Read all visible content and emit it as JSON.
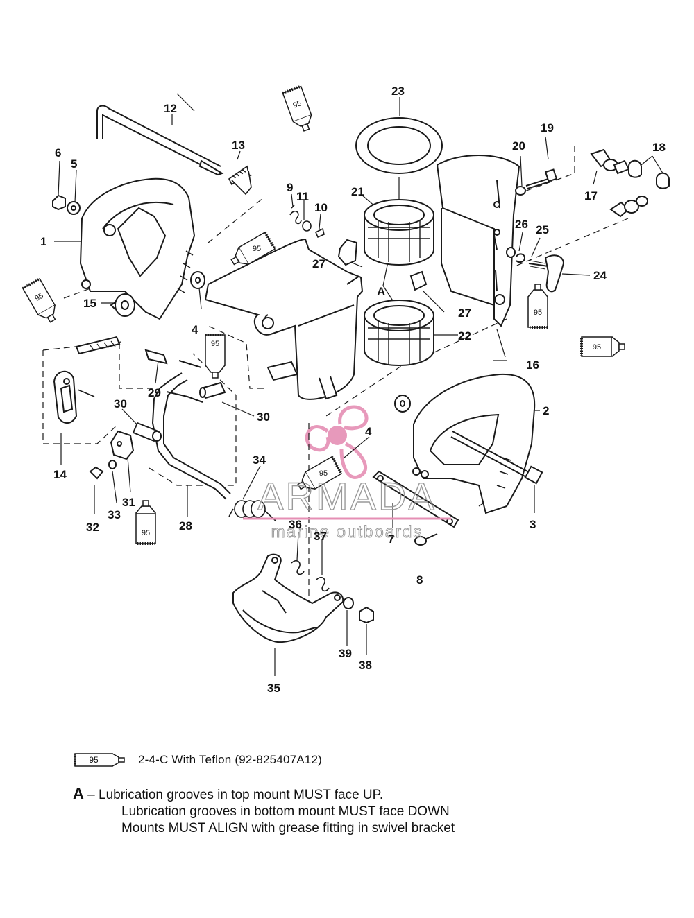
{
  "callouts": [
    {
      "id": "c1",
      "text": "1"
    },
    {
      "id": "c2",
      "text": "2"
    },
    {
      "id": "c3",
      "text": "3"
    },
    {
      "id": "c4a",
      "text": "4"
    },
    {
      "id": "c4b",
      "text": "4"
    },
    {
      "id": "c5",
      "text": "5"
    },
    {
      "id": "c6",
      "text": "6"
    },
    {
      "id": "c7",
      "text": "7"
    },
    {
      "id": "c8",
      "text": "8"
    },
    {
      "id": "c9",
      "text": "9"
    },
    {
      "id": "c10",
      "text": "10"
    },
    {
      "id": "c11",
      "text": "11"
    },
    {
      "id": "c12",
      "text": "12"
    },
    {
      "id": "c13",
      "text": "13"
    },
    {
      "id": "c14",
      "text": "14"
    },
    {
      "id": "c15",
      "text": "15"
    },
    {
      "id": "c16",
      "text": "16"
    },
    {
      "id": "c17",
      "text": "17"
    },
    {
      "id": "c18",
      "text": "18"
    },
    {
      "id": "c19",
      "text": "19"
    },
    {
      "id": "c20",
      "text": "20"
    },
    {
      "id": "c21",
      "text": "21"
    },
    {
      "id": "c22",
      "text": "22"
    },
    {
      "id": "c23",
      "text": "23"
    },
    {
      "id": "c24",
      "text": "24"
    },
    {
      "id": "c25",
      "text": "25"
    },
    {
      "id": "c26",
      "text": "26"
    },
    {
      "id": "c27a",
      "text": "27"
    },
    {
      "id": "c27b",
      "text": "27"
    },
    {
      "id": "c28",
      "text": "28"
    },
    {
      "id": "c29",
      "text": "29"
    },
    {
      "id": "c30a",
      "text": "30"
    },
    {
      "id": "c30b",
      "text": "30"
    },
    {
      "id": "c31",
      "text": "31"
    },
    {
      "id": "c32",
      "text": "32"
    },
    {
      "id": "c33",
      "text": "33"
    },
    {
      "id": "c34",
      "text": "34"
    },
    {
      "id": "c35",
      "text": "35"
    },
    {
      "id": "c36",
      "text": "36"
    },
    {
      "id": "c37",
      "text": "37"
    },
    {
      "id": "c38",
      "text": "38"
    },
    {
      "id": "c39",
      "text": "39"
    },
    {
      "id": "cA",
      "text": "A"
    }
  ],
  "grease_tube_label": "95",
  "legend": {
    "tube_label": "95",
    "text": "2-4-C  With Teflon (92-825407A12)"
  },
  "note": {
    "letter": "A",
    "dash": "–",
    "lines": [
      "Lubrication grooves in top mount MUST face UP.",
      "Lubrication grooves in bottom mount MUST face DOWN",
      "Mounts MUST ALIGN with grease fitting in swivel bracket"
    ]
  },
  "watermark": {
    "brand": "ARMADA",
    "tagline": "marine outboards",
    "color": "#e58fb4"
  },
  "colors": {
    "line": "#1a1a1a",
    "background": "#ffffff"
  }
}
